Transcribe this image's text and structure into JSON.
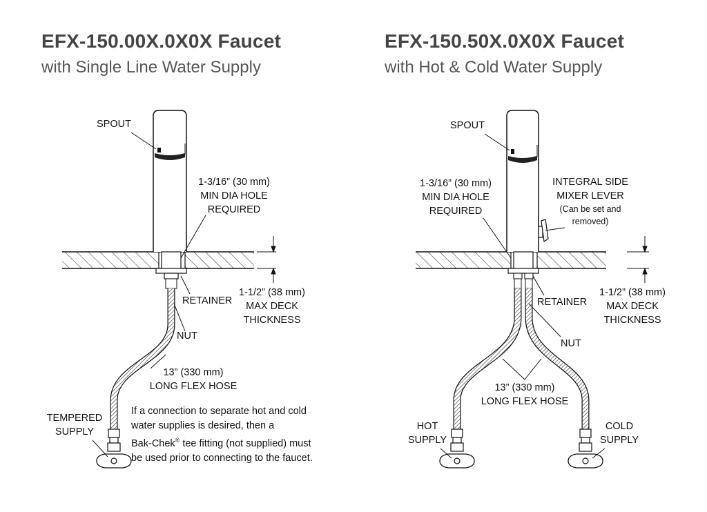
{
  "left": {
    "title": "EFX-150.00X.0X0X Faucet",
    "subtitle": "with Single Line Water Supply",
    "spout": "SPOUT",
    "hole_1": "1-3/16” (30 mm)",
    "hole_2": "MIN DIA HOLE",
    "hole_3": "REQUIRED",
    "retainer": "RETAINER",
    "deck_1": "1-1/2” (38 mm)",
    "deck_2": "MAX DECK",
    "deck_3": "THICKNESS",
    "nut": "NUT",
    "hose_1": "13” (330 mm)",
    "hose_2": "LONG FLEX HOSE",
    "supply_1": "TEMPERED",
    "supply_2": "SUPPLY",
    "note_1": "If a connection to separate hot and cold",
    "note_2": "water supplies is desired, then a",
    "note_3a": "Bak-Chek",
    "note_3sup": "®",
    "note_3b": " tee fitting (not supplied) must",
    "note_4": "be used prior to connecting to the faucet."
  },
  "right": {
    "title": "EFX-150.50X.0X0X Faucet",
    "subtitle": "with Hot & Cold Water Supply",
    "spout": "SPOUT",
    "hole_1": "1-3/16” (30 mm)",
    "hole_2": "MIN DIA HOLE",
    "hole_3": "REQUIRED",
    "lever_1": "INTEGRAL SIDE",
    "lever_2": "MIXER LEVER",
    "lever_3": "(Can be set and",
    "lever_4": "removed)",
    "retainer": "RETAINER",
    "deck_1": "1-1/2” (38 mm)",
    "deck_2": "MAX DECK",
    "deck_3": "THICKNESS",
    "nut": "NUT",
    "hose_1": "13” (330 mm)",
    "hose_2": "LONG FLEX HOSE",
    "hot_1": "HOT",
    "hot_2": "SUPPLY",
    "cold_1": "COLD",
    "cold_2": "SUPPLY"
  }
}
